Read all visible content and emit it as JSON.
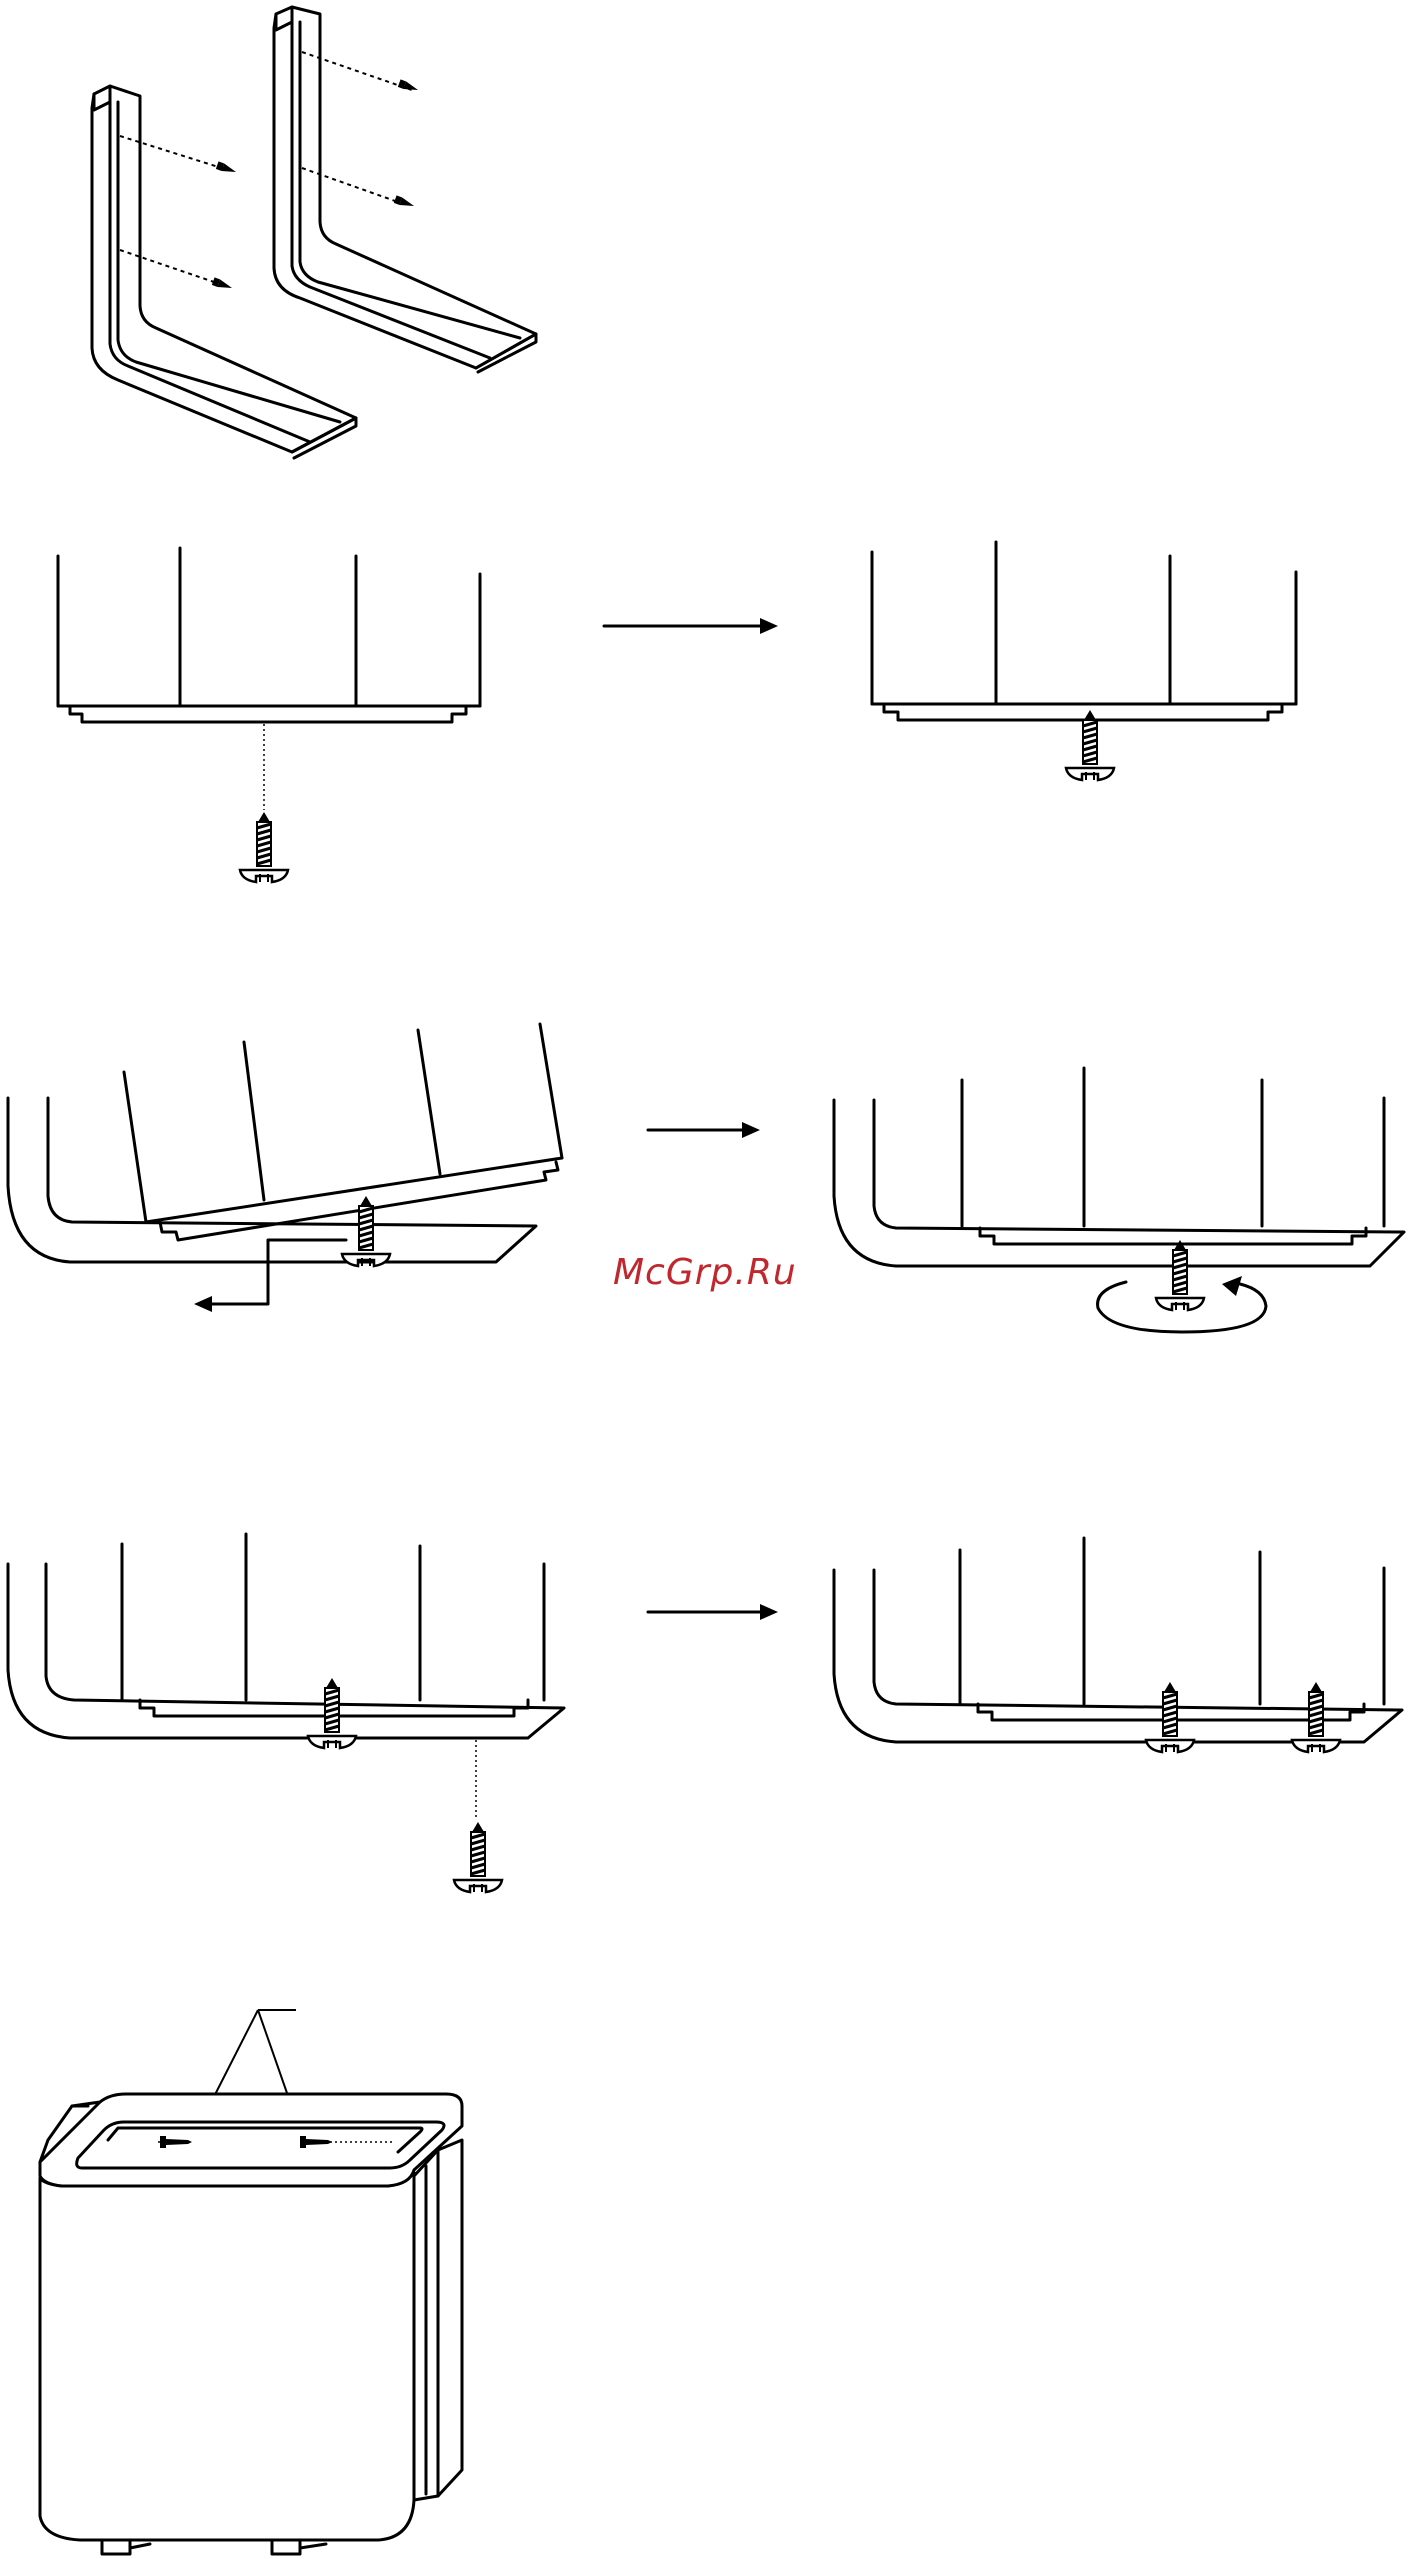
{
  "watermark": {
    "text": "McGrp.Ru",
    "color": "#c0282d"
  },
  "colors": {
    "line": "#000000",
    "background": "#ffffff"
  },
  "steps": [
    {
      "id": "brackets-with-screws",
      "icons": [
        "bracket-icon",
        "bracket-icon",
        "screw-icon",
        "screw-icon",
        "screw-icon",
        "screw-icon"
      ]
    },
    {
      "id": "screw-into-base",
      "icons": [
        "screw-icon",
        "arrow-right-icon",
        "screw-icon"
      ]
    },
    {
      "id": "slide-onto-bracket",
      "icons": [
        "screw-icon",
        "bent-arrow-icon",
        "arrow-right-icon",
        "rotation-arrow-icon"
      ]
    },
    {
      "id": "second-screw",
      "icons": [
        "screw-icon",
        "screw-icon",
        "arrow-right-icon",
        "screw-icon",
        "screw-icon"
      ]
    },
    {
      "id": "unit-top-view",
      "icons": [
        "screw-icon",
        "screw-icon",
        "callout-leader-icon"
      ]
    }
  ]
}
